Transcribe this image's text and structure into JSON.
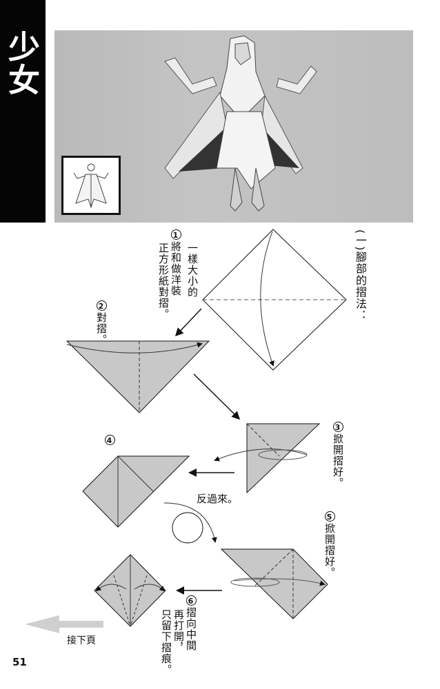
{
  "page": {
    "title": "少女",
    "page_number": "51",
    "next_page_label": "接下頁"
  },
  "section": {
    "heading": "(一)腳部的摺法："
  },
  "steps": [
    {
      "num": "1",
      "lines": [
        "將和做洋裝",
        "一樣大小的",
        "正方形紙對摺。"
      ]
    },
    {
      "num": "2",
      "lines": [
        "對摺。"
      ]
    },
    {
      "num": "3",
      "lines": [
        "掀開摺好。"
      ]
    },
    {
      "num": "4",
      "lines": []
    },
    {
      "num": "5",
      "lines": [
        "掀開摺好。"
      ]
    },
    {
      "num": "6",
      "lines": [
        "摺向中間",
        "再打開，",
        "只留下摺痕。"
      ]
    }
  ],
  "flip_note": "反過來。",
  "colors": {
    "title_bar": "#050505",
    "paper_fill": "#c8c8c8",
    "photo_bg": "#bdbdbd"
  }
}
